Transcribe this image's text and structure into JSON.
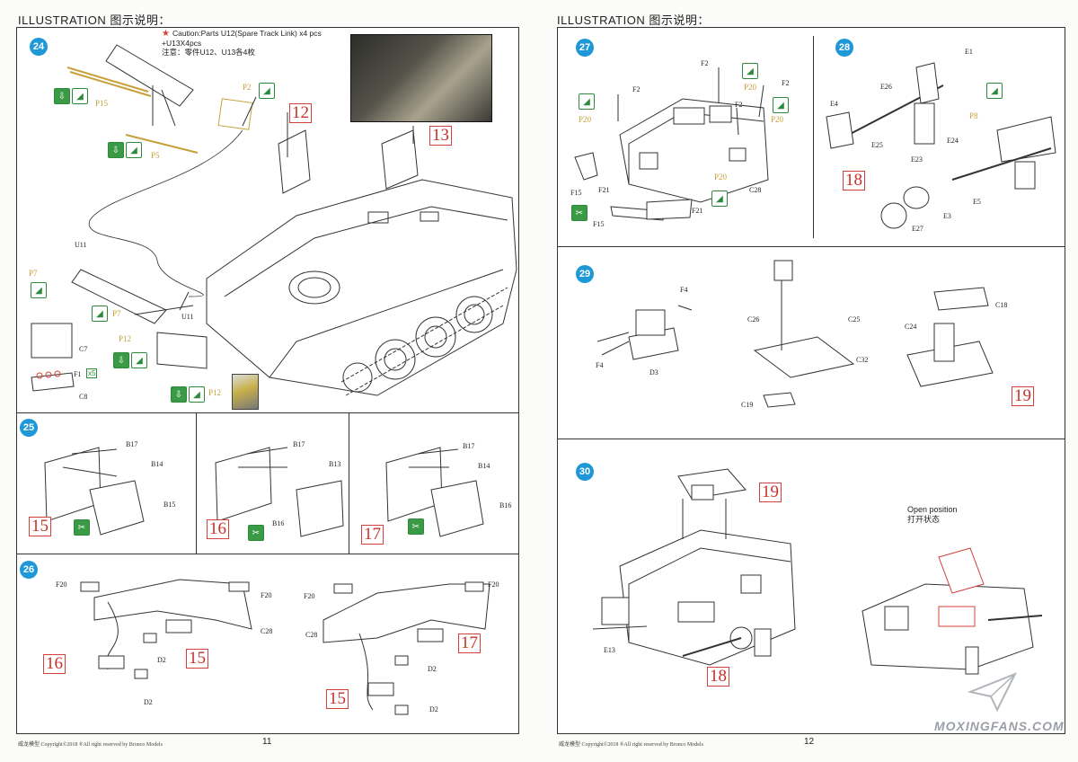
{
  "header": {
    "left_title": "ILLUSTRATION 图示说明：",
    "right_title": "ILLUSTRATION 图示说明："
  },
  "colors": {
    "step_badge": "#1f98d8",
    "callout_red": "#d4403a",
    "pe_gold": "#c9a13b",
    "glue_green": "#3a9a45"
  },
  "icons": {
    "glue": "glue-icon",
    "cement": "cement-icon",
    "cut": "cut-icon",
    "star": "star-icon"
  },
  "caution": {
    "line1": "Caution:Parts U12(Spare Track Link) x4 pcs",
    "line2": "+U13X4pcs",
    "line3": "注意：零件U12、U13各4枚"
  },
  "steps": {
    "s24": {
      "num": "24",
      "refs": [
        "12",
        "13"
      ],
      "labels": {
        "P15": "P15",
        "P5": "P5",
        "P2": "P2",
        "U11a": "U11",
        "U11b": "U11",
        "P7a": "P7",
        "P7b": "P7",
        "C7": "C7",
        "F1": "F1",
        "x5": "x5",
        "C8": "C8",
        "P12a": "P12",
        "P12b": "P12"
      }
    },
    "s25": {
      "num": "25",
      "a": {
        "ref": "15",
        "labels": [
          "B17",
          "B14",
          "B15"
        ]
      },
      "b": {
        "ref": "16",
        "labels": [
          "B17",
          "B13",
          "B16"
        ]
      },
      "c": {
        "ref": "17",
        "labels": [
          "B17",
          "B14",
          "B16"
        ]
      }
    },
    "s26": {
      "num": "26",
      "left": {
        "refs": [
          "16",
          "15"
        ],
        "labels": [
          "F20",
          "F20",
          "C28",
          "D2",
          "D2"
        ]
      },
      "right": {
        "refs": [
          "17",
          "15"
        ],
        "labels": [
          "F20",
          "F20",
          "C28",
          "D2",
          "D2"
        ]
      }
    },
    "s27": {
      "num": "27",
      "labels": [
        "F2",
        "F2",
        "F2",
        "F2",
        "P20",
        "P20",
        "P20",
        "P20",
        "F15",
        "F21",
        "F21",
        "F15",
        "C28"
      ]
    },
    "s28": {
      "num": "28",
      "ref": "18",
      "labels": [
        "E1",
        "E26",
        "E4",
        "P8",
        "E25",
        "E24",
        "E23",
        "E5",
        "E3",
        "E27"
      ]
    },
    "s29": {
      "num": "29",
      "ref": "19",
      "labels": [
        "F4",
        "F4",
        "D3",
        "C26",
        "C25",
        "C32",
        "C19",
        "C18",
        "C24"
      ]
    },
    "s30": {
      "num": "30",
      "refs": [
        "19",
        "18"
      ],
      "labels": [
        "E13"
      ],
      "open_position": "Open position",
      "open_position_cn": "打开状态"
    }
  },
  "footer": {
    "left": "威龙模型  Copyright©2018  ®All right reserved by Bronco Models",
    "right": "威龙模型  Copyright©2018  ®All right reserved by Bronco Models",
    "page_left": "11",
    "page_right": "12"
  },
  "watermark": "MOXINGFANS.COM"
}
